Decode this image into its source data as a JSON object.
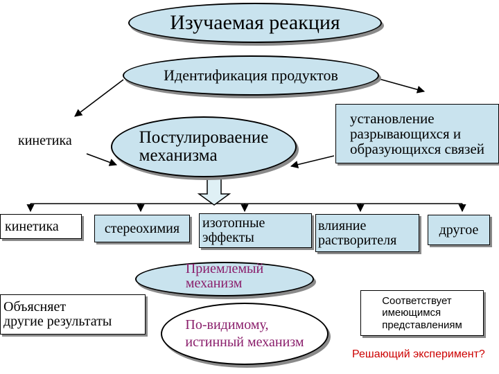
{
  "nodes": {
    "studied_reaction": "Изучаемая реакция",
    "product_identification": "Идентификация продуктов",
    "kinetics_top": "кинетика",
    "postulation": "Постулироваение\nмеханизма",
    "bonds": "установление\nразрывающихся и\nобразующихся связей",
    "kinetics": "кинетика",
    "stereochemistry": "стереохимия",
    "isotope_effects": "изотопные\nэффекты",
    "solvent_influence": "влияние\nрастворителя",
    "other": "другое",
    "acceptable_mechanism": "Приемлемый\nмеханизм",
    "explains_other": "Объясняет\nдругие результаты",
    "consistent_with": "Соответствует\nимеющимся\nпредставлениям",
    "true_mechanism": "По-видимому,\nистинный механизм",
    "decisive_experiment": "Решающий эксперимент?"
  },
  "colors": {
    "fill": "#c9e3ee",
    "outline": "#000000",
    "shadow": "#8a8a8a",
    "arrow_fill": "#dff0f5",
    "accent_text": "#cc0000",
    "mechanism_text": "#8a1e6b"
  }
}
